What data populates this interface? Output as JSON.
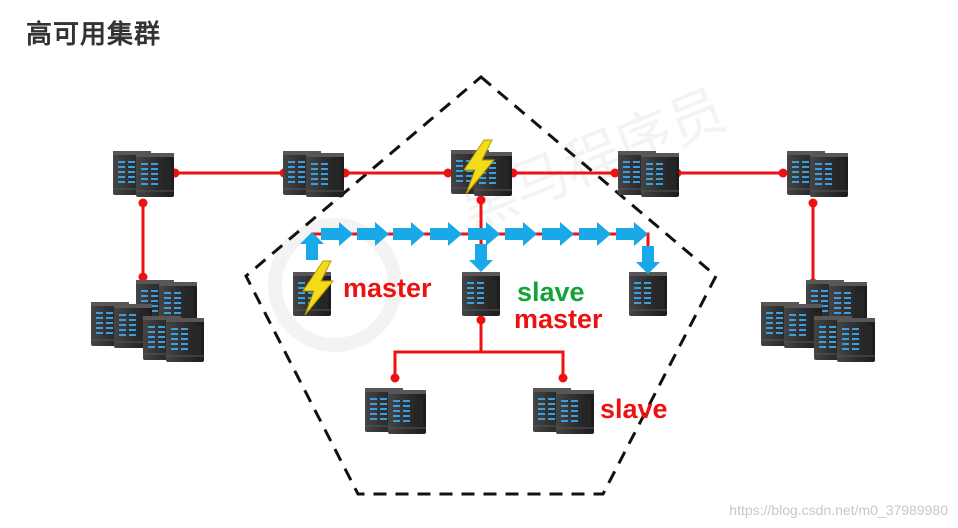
{
  "title": "高可用集群",
  "labels": {
    "master_left": "master",
    "slave_center": "slave",
    "master_center": "master",
    "slave_bottom": "slave"
  },
  "footer_url": "https://blog.csdn.net/m0_37989980",
  "colors": {
    "link": "#ee1111",
    "sync_arrow": "#19a8e8",
    "server_body": "#2f2f2f",
    "server_led": "#3a9ee0",
    "lightning": "#f5dc1a",
    "label_red": "#ee1111",
    "label_green": "#15a339",
    "boundary": "#111111"
  },
  "icons": [
    "server-icon",
    "lightning-icon",
    "sync-arrow-icon"
  ]
}
